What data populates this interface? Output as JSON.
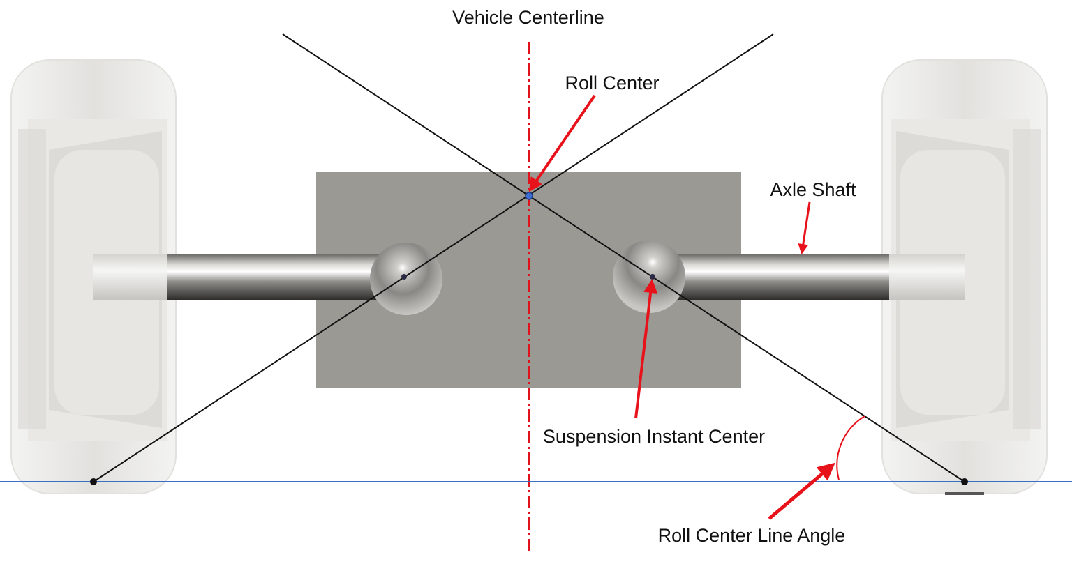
{
  "labels": {
    "vehicle_centerline": "Vehicle Centerline",
    "roll_center": "Roll Center",
    "axle_shaft": "Axle Shaft",
    "suspension_instant_center": "Suspension Instant Center",
    "roll_center_line_angle": "Roll Center Line Angle"
  },
  "colors": {
    "centerline": "#e0121b",
    "annotation_arrow": "#e8121b",
    "ground_line": "#3a6fc4",
    "roll_center_point": "#3f6fd1",
    "construction_line": "#111111",
    "housing": "#9a9994",
    "wheel": "#ebebe9"
  }
}
